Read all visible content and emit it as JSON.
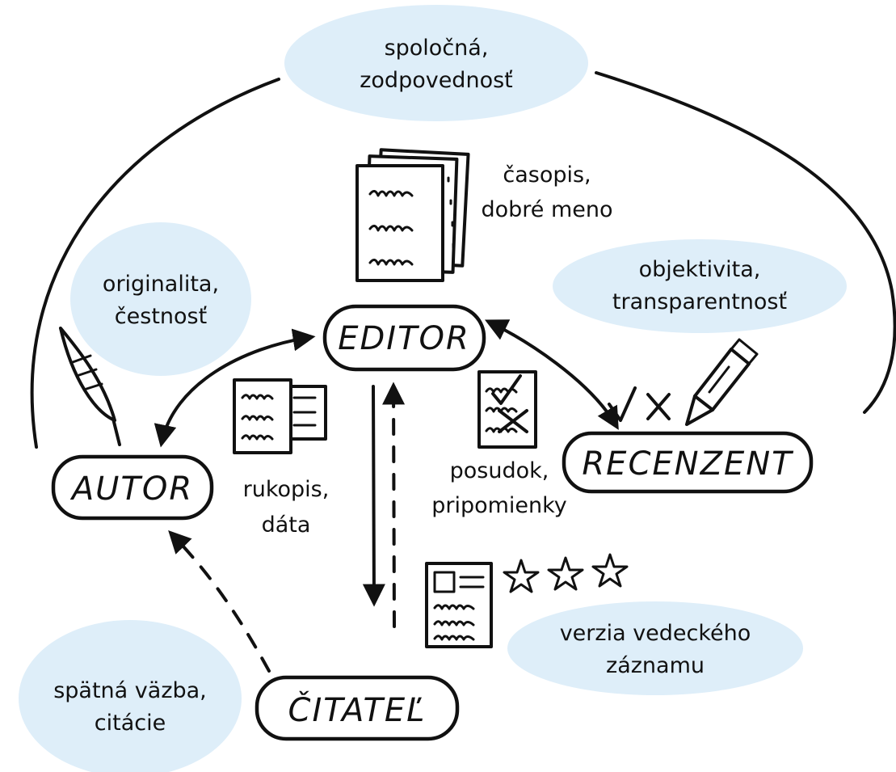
{
  "roles": {
    "editor": "EDITOR",
    "author": "AUTOR",
    "reviewer": "RECENZENT",
    "reader": "ČITATEĽ"
  },
  "bubbles": {
    "top": [
      "spoločná,",
      "zodpovednosť"
    ],
    "author": [
      "originalita,",
      "čestnosť"
    ],
    "reviewer": [
      "objektivita,",
      "transparentnosť"
    ],
    "record": [
      "verzia vedeckého",
      "záznamu"
    ],
    "reader": [
      "spätná väzba,",
      "citácie"
    ]
  },
  "labels": {
    "journal": [
      "časopis,",
      "dobré meno"
    ],
    "manuscript": [
      "rukopis,",
      "dáta"
    ],
    "review": [
      "posudok,",
      "pripomienky"
    ]
  },
  "icons": [
    "papers-stack-icon",
    "quill-icon",
    "manuscript-icon",
    "review-doc-icon",
    "check-cross-icon",
    "pencil-icon",
    "article-icon",
    "stars-icon"
  ]
}
